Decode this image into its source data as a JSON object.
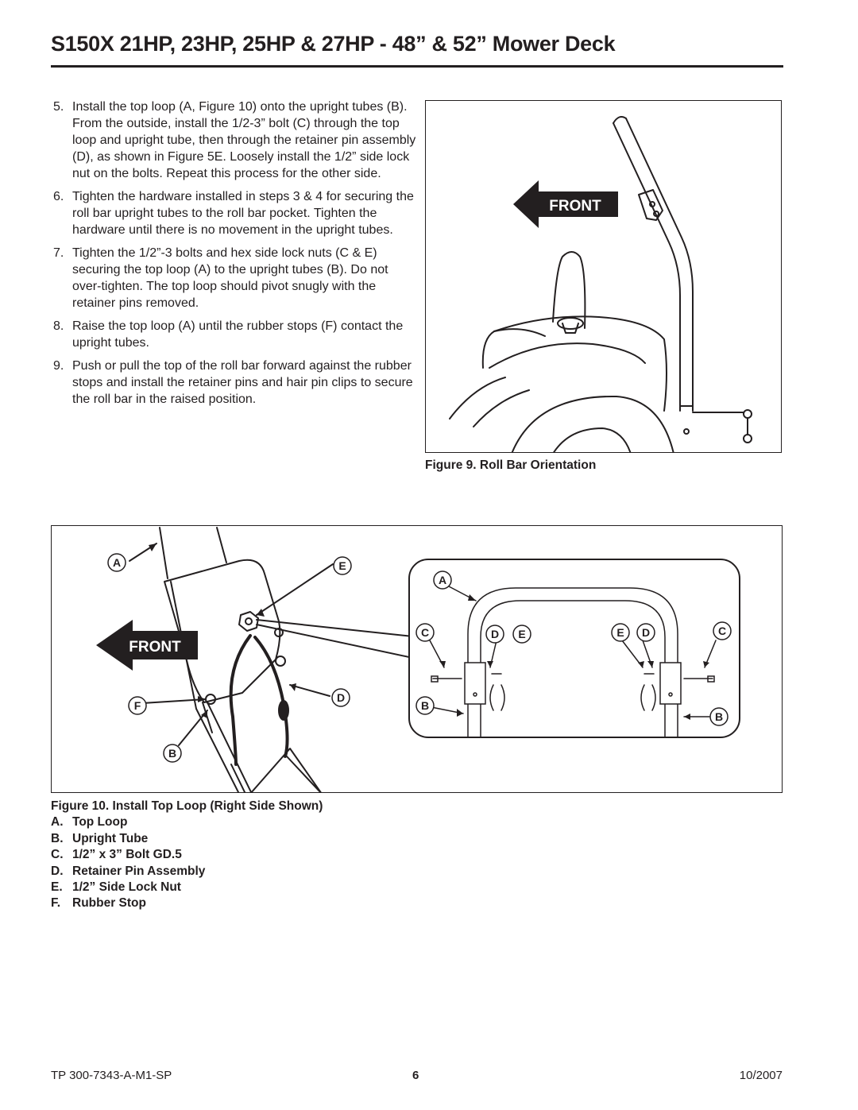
{
  "header": {
    "title": "S150X 21HP, 23HP, 25HP & 27HP - 48” & 52” Mower Deck"
  },
  "steps": [
    {
      "num": "5.",
      "text": "Install the top loop (A, Figure 10) onto the upright tubes (B). From the outside, install the 1/2-3” bolt (C) through the top loop and upright tube, then through the retainer pin assembly (D), as shown in Figure 5E. Loosely install the 1/2” side lock nut on the bolts. Repeat this process for the other side."
    },
    {
      "num": "6.",
      "text": "Tighten the hardware installed in steps 3 & 4 for securing the roll bar upright tubes to the roll bar pocket.  Tighten the hardware until there is no movement in the upright tubes."
    },
    {
      "num": "7.",
      "text": "Tighten the 1/2”-3 bolts and hex side lock nuts (C & E) securing the top loop (A) to the upright tubes (B). Do not over-tighten.  The top loop should pivot snugly with the retainer pins removed."
    },
    {
      "num": "8.",
      "text": "Raise the top loop (A) until the rubber stops (F) contact the upright tubes."
    },
    {
      "num": "9.",
      "text": "Push or pull the top of the roll bar forward against the rubber stops and install the retainer pins and hair pin clips to secure the roll bar in the raised position."
    }
  ],
  "figure9": {
    "front_label": "FRONT",
    "caption": "Figure 9.  Roll Bar Orientation"
  },
  "figure10": {
    "front_label": "FRONT",
    "callouts": {
      "a": "A",
      "b": "B",
      "c": "C",
      "d": "D",
      "e": "E",
      "f": "F"
    },
    "caption": "Figure 10.  Install Top Loop (Right Side Shown)",
    "legend": [
      {
        "key": "A.",
        "label": "Top Loop"
      },
      {
        "key": "B.",
        "label": "Upright Tube"
      },
      {
        "key": "C.",
        "label": "1/2” x 3” Bolt GD.5"
      },
      {
        "key": "D.",
        "label": "Retainer Pin Assembly"
      },
      {
        "key": "E.",
        "label": "1/2” Side Lock Nut"
      },
      {
        "key": "F.",
        "label": "Rubber Stop"
      }
    ]
  },
  "footer": {
    "doc_number": "TP 300-7343-A-M1-SP",
    "page": "6",
    "date": "10/2007"
  }
}
